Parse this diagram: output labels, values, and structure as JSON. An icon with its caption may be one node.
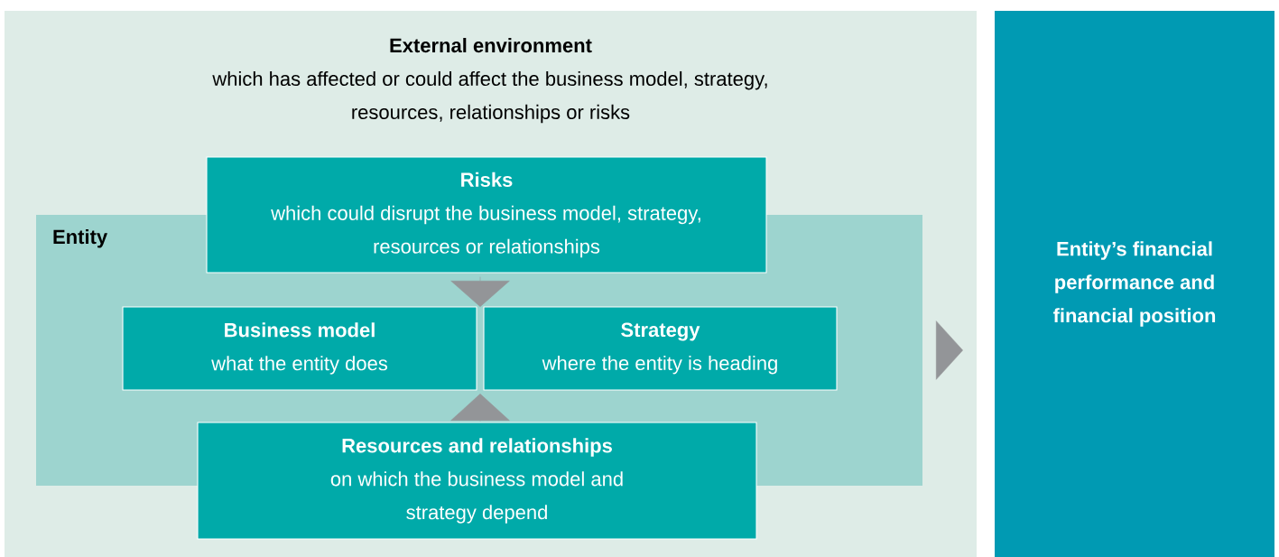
{
  "diagram": {
    "nodes": [
      {
        "text": [
          "External environment",
          "which has affected or could affect the business model, strategy, resources, relationships or risks"
        ]
      },
      {
        "text": [
          "Entity"
        ],
        "in": 0
      },
      {
        "text": [
          "Risks",
          "which could disrupt the business model, strategy, resources or relationships"
        ],
        "in": 0
      },
      {
        "text": [
          "Business model",
          "what the entity  does"
        ],
        "in": 1
      },
      {
        "text": [
          "Strategy",
          "where the entity is heading"
        ],
        "in": 1
      },
      {
        "text": [
          "Resources and relationships",
          "on which the business model and strategy depend"
        ],
        "in": 0
      },
      {
        "text": [
          "Entity’s financial performance and financial position"
        ]
      }
    ],
    "edges": [
      {
        "from": 2,
        "to": 3,
        "arrow": "to"
      },
      {
        "from": 2,
        "to": 4,
        "arrow": "to"
      },
      {
        "from": 5,
        "to": 3,
        "arrow": "to"
      },
      {
        "from": 5,
        "to": 4,
        "arrow": "to"
      },
      {
        "from": 1,
        "to": 6,
        "arrow": "to"
      }
    ]
  }
}
